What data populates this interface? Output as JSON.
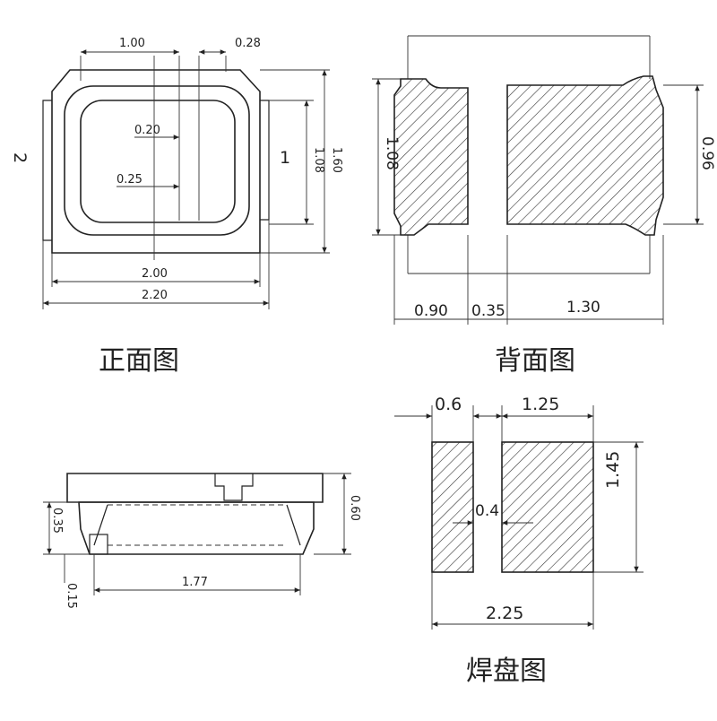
{
  "front_view": {
    "title": "正面图",
    "dims": {
      "top_width": "1.00",
      "top_small": "0.28",
      "inner_upper": "0.20",
      "inner_lower": "0.25",
      "height_inner": "1.08",
      "height_outer": "1.60",
      "width_inner": "2.00",
      "width_outer": "2.20"
    },
    "pin_marks": {
      "left": "2",
      "right": "1"
    }
  },
  "back_view": {
    "title": "背面图",
    "dims": {
      "left_pad_height": "1.08",
      "right_pad_height": "0.96",
      "left_pad_width": "0.90",
      "gap": "0.35",
      "right_pad_width": "1.30"
    }
  },
  "side_view": {
    "dims": {
      "height": "0.60",
      "lower_left": "0.35",
      "bottom_offset": "0.15",
      "base_width": "1.77"
    }
  },
  "pad_view": {
    "title": "焊盘图",
    "dims": {
      "left_pad_width": "0.6",
      "right_pad_width": "1.25",
      "gap": "0.4",
      "height": "1.45",
      "total_width": "2.25"
    }
  }
}
